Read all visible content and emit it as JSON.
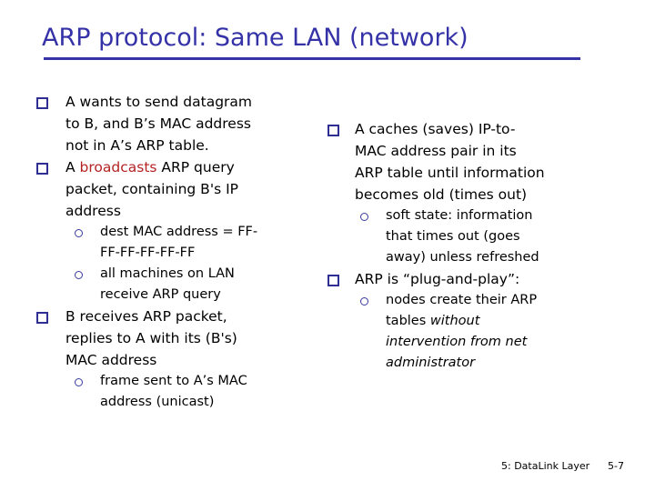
{
  "slide": {
    "title": "ARP protocol: Same LAN (network)",
    "title_color": "#3532a8",
    "accent_red": "#b52222",
    "bullet_color": "#2f2f93",
    "background": "#ffffff"
  },
  "left_column": {
    "items": [
      {
        "level": 1,
        "marker": "square-bullet",
        "lines": [
          {
            "text": "A wants to send datagram"
          },
          {
            "text": "to B, and B’s MAC address"
          },
          {
            "text": "not in A’s ARP table."
          }
        ]
      },
      {
        "level": 1,
        "marker": "square-bullet",
        "lines": [
          {
            "pre": "A ",
            "highlight": "broadcasts",
            "post": " ARP query"
          },
          {
            "text": "packet, containing B's IP"
          },
          {
            "text": "address"
          }
        ]
      },
      {
        "level": 2,
        "marker": "circle-bullet",
        "lines": [
          {
            "text": "dest MAC address = FF-"
          },
          {
            "text": "FF-FF-FF-FF-FF"
          }
        ]
      },
      {
        "level": 2,
        "marker": "circle-bullet",
        "lines": [
          {
            "text": "all machines on LAN"
          },
          {
            "text": "receive ARP query"
          }
        ]
      },
      {
        "level": 1,
        "marker": "square-bullet",
        "lines": [
          {
            "text": "B receives ARP packet,"
          },
          {
            "text": "replies to A with its (B's)"
          },
          {
            "text": "MAC address"
          }
        ]
      },
      {
        "level": 2,
        "marker": "circle-bullet",
        "lines": [
          {
            "text": "frame sent to A’s MAC"
          },
          {
            "text": "address (unicast)"
          }
        ]
      }
    ]
  },
  "right_column": {
    "items": [
      {
        "level": 1,
        "marker": "square-bullet",
        "lines": [
          {
            "text": "A caches (saves) IP-to-"
          },
          {
            "text": "MAC address pair in its"
          },
          {
            "text": "ARP table until information"
          },
          {
            "text": "becomes old (times out)"
          }
        ]
      },
      {
        "level": 2,
        "marker": "circle-bullet",
        "lines": [
          {
            "text": "soft state: information"
          },
          {
            "text": "that times out (goes"
          },
          {
            "text": "away) unless refreshed"
          }
        ]
      },
      {
        "level": 1,
        "marker": "square-bullet",
        "lines": [
          {
            "text": "ARP is “plug-and-play”:"
          }
        ]
      },
      {
        "level": 2,
        "marker": "circle-bullet",
        "lines": [
          {
            "text": "nodes create their ARP"
          },
          {
            "pre": "tables ",
            "italic": "without"
          },
          {
            "italic": "intervention from net"
          },
          {
            "italic": "administrator"
          }
        ]
      }
    ]
  },
  "footer": {
    "course": "5: DataLink Layer",
    "page": "5-7"
  }
}
